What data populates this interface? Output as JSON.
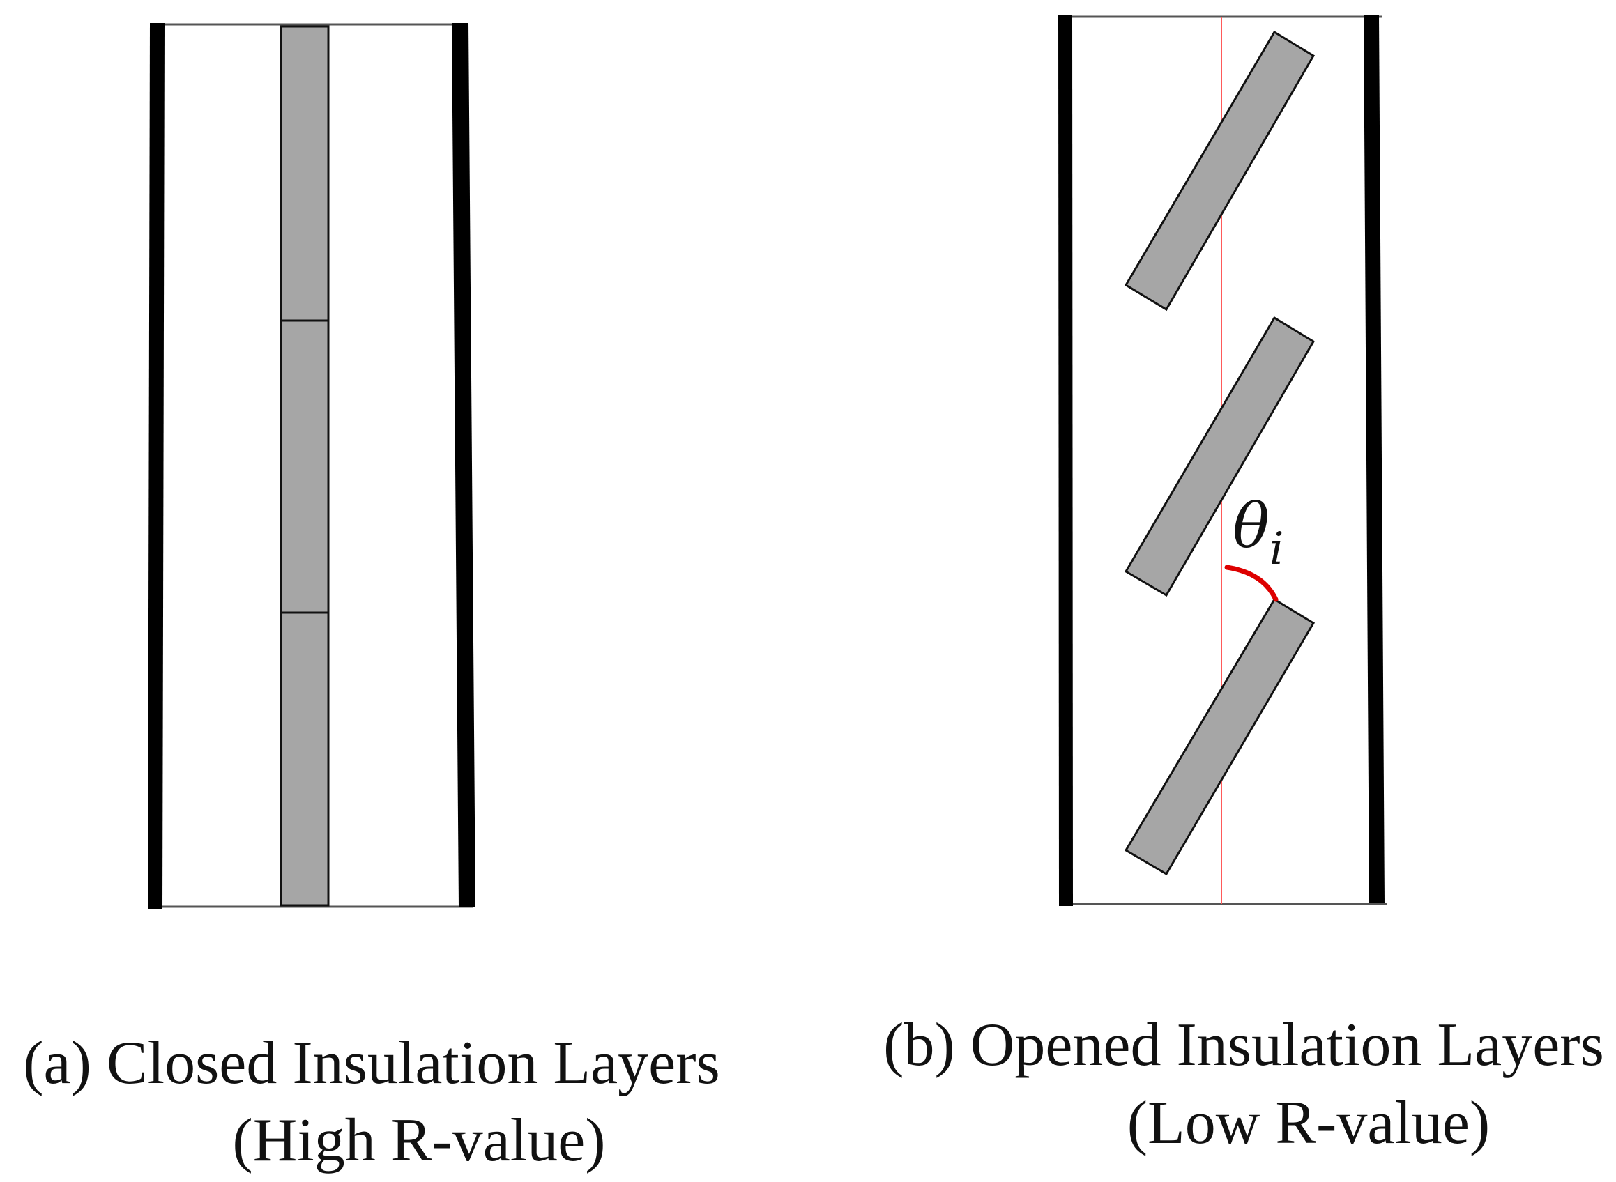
{
  "panel_a": {
    "caption_line1": "(a) Closed Insulation Layers",
    "caption_line2": "(High R-value)"
  },
  "panel_b": {
    "caption_line1": "(b) Opened Insulation Layers",
    "caption_line2": "(Low R-value)",
    "angle_symbol": "θ",
    "angle_subscript": "i"
  },
  "colors": {
    "wall": "#000000",
    "frame": "#555555",
    "panel_fill": "#a6a6a6",
    "panel_stroke": "#111111",
    "axis_line": "#ff5a5a",
    "angle_arc": "#dd0000"
  }
}
